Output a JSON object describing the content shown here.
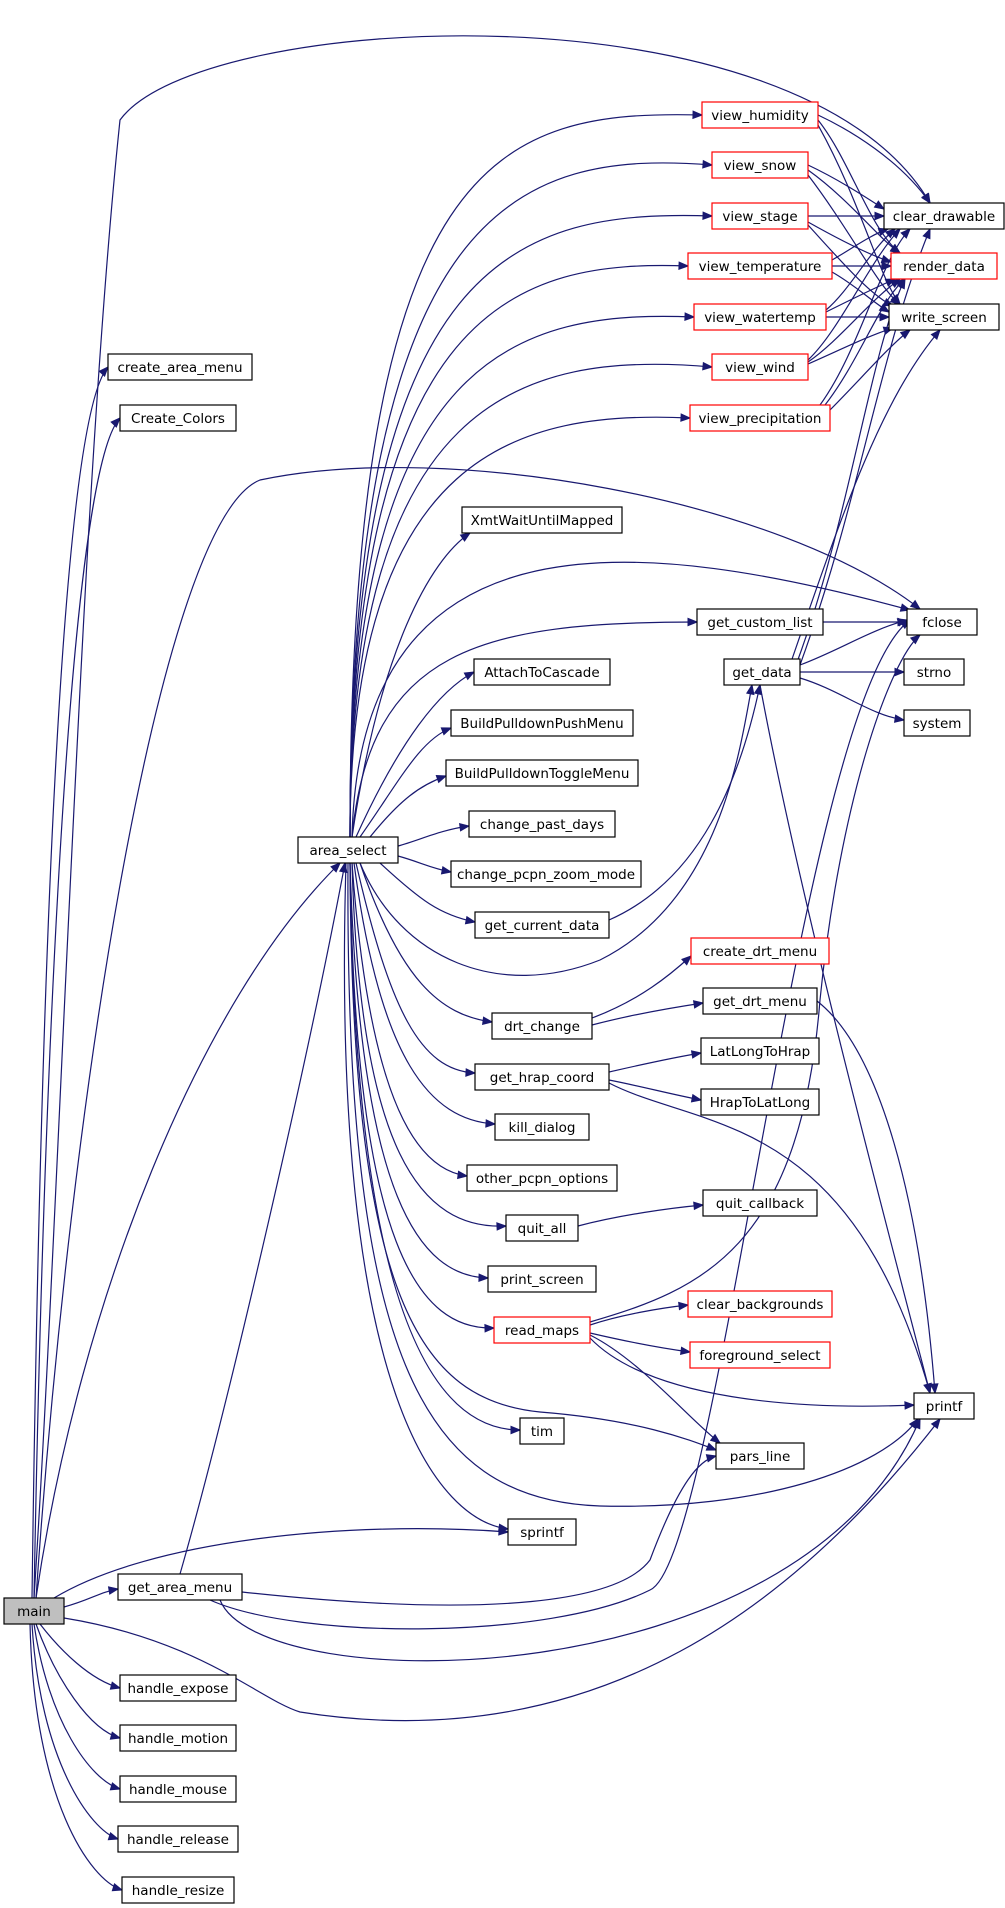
{
  "diagram": {
    "type": "call-graph",
    "colors": {
      "edge": "#191970",
      "node_border": "#000000",
      "node_border_incomplete": "#ff0000",
      "root_fill": "#bfbfbf"
    },
    "nodes": {
      "main": {
        "label": "main"
      },
      "create_area_menu": {
        "label": "create_area_menu"
      },
      "Create_Colors": {
        "label": "Create_Colors"
      },
      "get_area_menu": {
        "label": "get_area_menu"
      },
      "handle_expose": {
        "label": "handle_expose"
      },
      "handle_motion": {
        "label": "handle_motion"
      },
      "handle_mouse": {
        "label": "handle_mouse"
      },
      "handle_release": {
        "label": "handle_release"
      },
      "handle_resize": {
        "label": "handle_resize"
      },
      "area_select": {
        "label": "area_select"
      },
      "view_humidity": {
        "label": "view_humidity"
      },
      "view_snow": {
        "label": "view_snow"
      },
      "view_stage": {
        "label": "view_stage"
      },
      "view_temperature": {
        "label": "view_temperature"
      },
      "view_watertemp": {
        "label": "view_watertemp"
      },
      "view_wind": {
        "label": "view_wind"
      },
      "view_precipitation": {
        "label": "view_precipitation"
      },
      "XmtWaitUntilMapped": {
        "label": "XmtWaitUntilMapped"
      },
      "get_custom_list": {
        "label": "get_custom_list"
      },
      "get_data": {
        "label": "get_data"
      },
      "AttachToCascade": {
        "label": "AttachToCascade"
      },
      "BuildPulldownPushMenu": {
        "label": "BuildPulldownPushMenu"
      },
      "BuildPulldownToggleMenu": {
        "label": "BuildPulldownToggleMenu"
      },
      "change_past_days": {
        "label": "change_past_days"
      },
      "change_pcpn_zoom_mode": {
        "label": "change_pcpn_zoom_mode"
      },
      "get_current_data": {
        "label": "get_current_data"
      },
      "create_drt_menu": {
        "label": "create_drt_menu"
      },
      "drt_change": {
        "label": "drt_change"
      },
      "get_drt_menu": {
        "label": "get_drt_menu"
      },
      "get_hrap_coord": {
        "label": "get_hrap_coord"
      },
      "LatLongToHrap": {
        "label": "LatLongToHrap"
      },
      "HrapToLatLong": {
        "label": "HrapToLatLong"
      },
      "kill_dialog": {
        "label": "kill_dialog"
      },
      "other_pcpn_options": {
        "label": "other_pcpn_options"
      },
      "quit_all": {
        "label": "quit_all"
      },
      "quit_callback": {
        "label": "quit_callback"
      },
      "print_screen": {
        "label": "print_screen"
      },
      "read_maps": {
        "label": "read_maps"
      },
      "clear_backgrounds": {
        "label": "clear_backgrounds"
      },
      "foreground_select": {
        "label": "foreground_select"
      },
      "tim": {
        "label": "tim"
      },
      "pars_line": {
        "label": "pars_line"
      },
      "sprintf": {
        "label": "sprintf"
      },
      "clear_drawable": {
        "label": "clear_drawable"
      },
      "render_data": {
        "label": "render_data"
      },
      "write_screen": {
        "label": "write_screen"
      },
      "fclose": {
        "label": "fclose"
      },
      "strno": {
        "label": "strno"
      },
      "system": {
        "label": "system"
      },
      "printf": {
        "label": "printf"
      }
    }
  }
}
